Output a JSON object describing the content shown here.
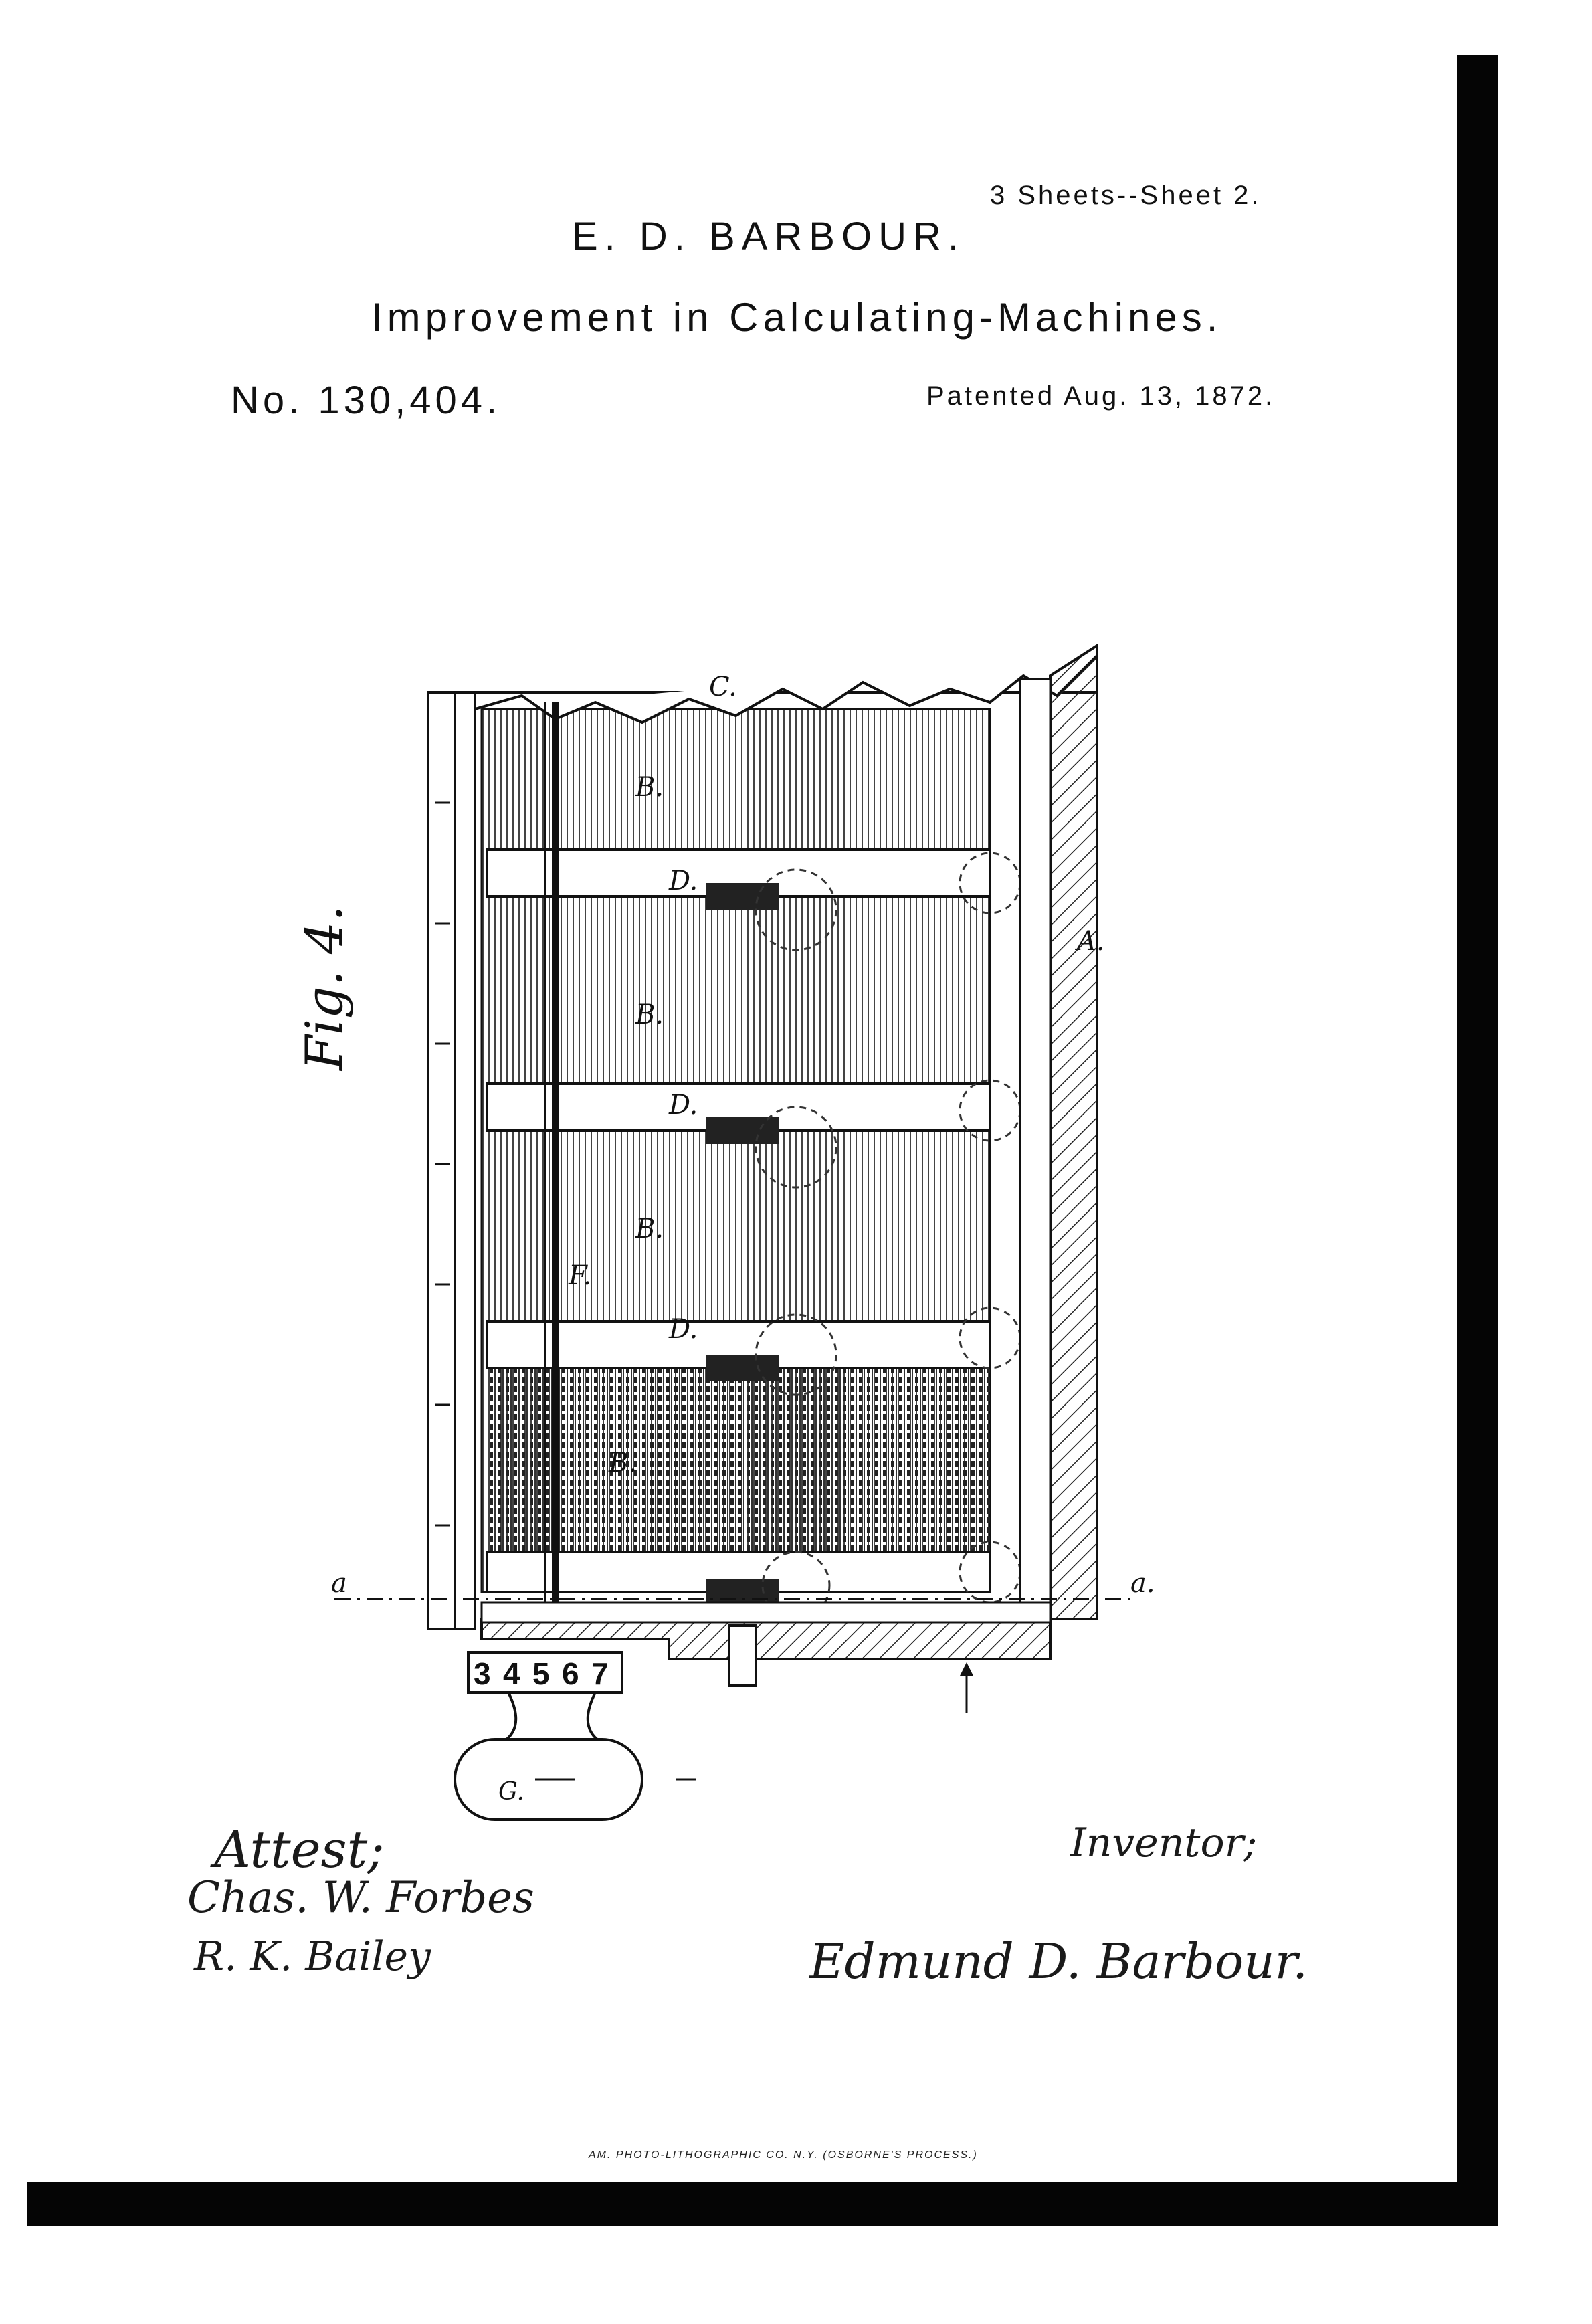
{
  "header": {
    "sheet_label": "3 Sheets--Sheet 2.",
    "inventor_name": "E. D. BARBOUR.",
    "title": "Improvement in Calculating-Machines.",
    "patent_number": "No. 130,404.",
    "patent_date": "Patented Aug. 13, 1872."
  },
  "figure": {
    "label": "Fig. 4.",
    "counter_digits": [
      "3",
      "4",
      "5",
      "6",
      "7"
    ]
  },
  "signatures": {
    "attest_label": "Attest;",
    "witnesses": [
      "Chas. W. Forbes",
      "R. K. Bailey"
    ],
    "inventor_label": "Inventor;",
    "inventor_signature": "Edmund D. Barbour."
  },
  "footer": {
    "printer_credit": "AM. PHOTO-LITHOGRAPHIC CO. N.Y. (OSBORNE'S PROCESS.)"
  }
}
